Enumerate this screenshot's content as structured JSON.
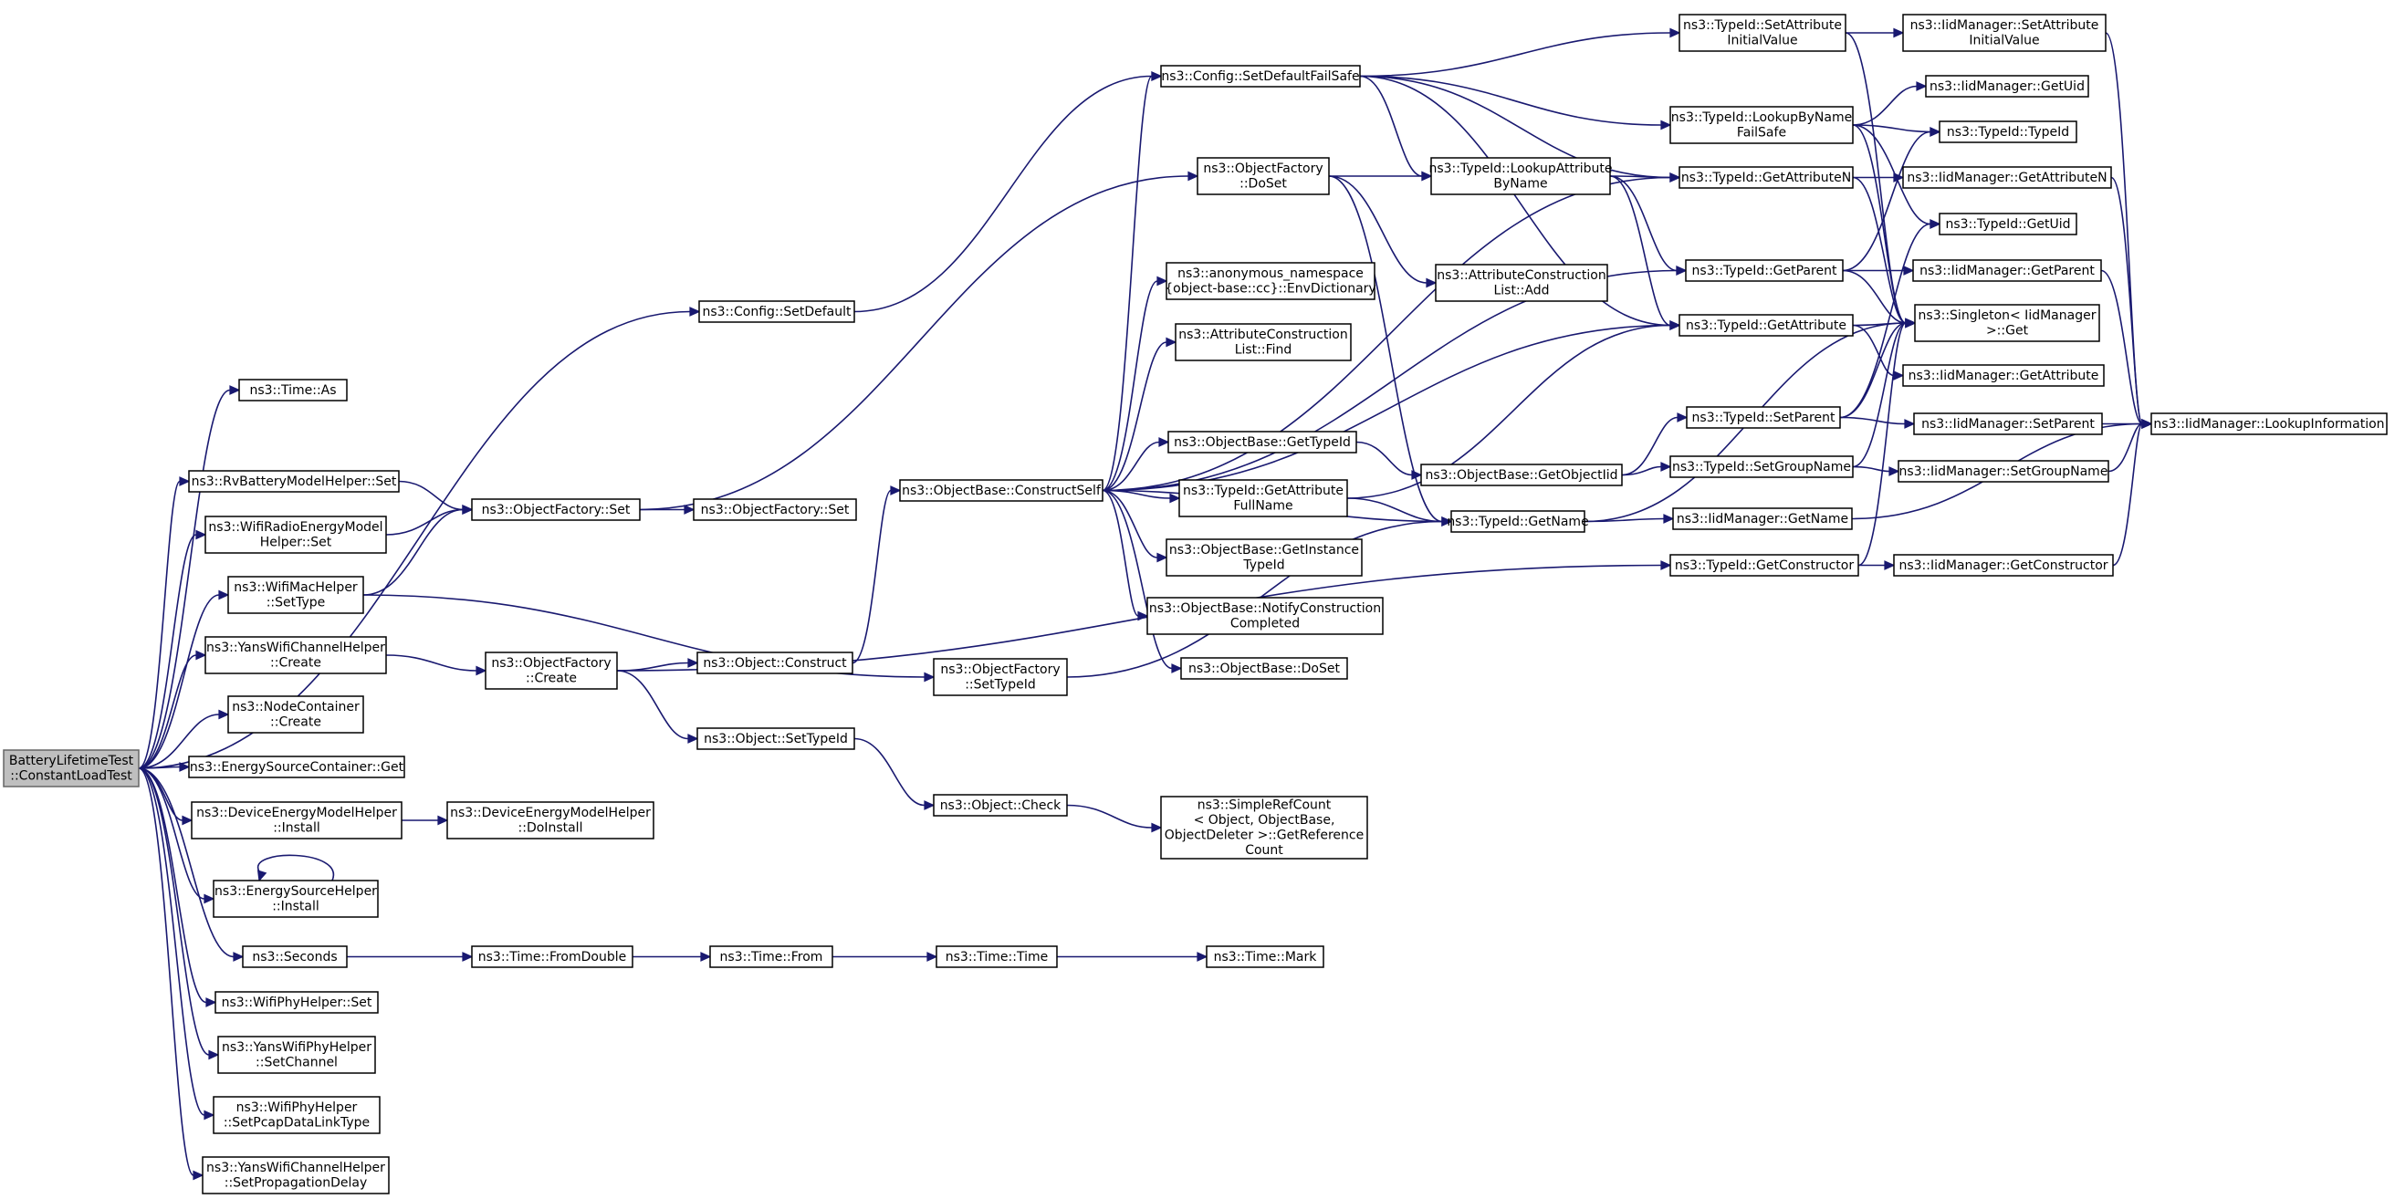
{
  "nodes": [
    {
      "id": "root",
      "lines": [
        "BatteryLifetimeTest",
        "::ConstantLoadTest"
      ],
      "root": true
    },
    {
      "id": "cfg_setdefault",
      "lines": [
        "ns3::Config::SetDefault"
      ]
    },
    {
      "id": "time_as",
      "lines": [
        "ns3::Time::As"
      ]
    },
    {
      "id": "rv_set",
      "lines": [
        "ns3::RvBatteryModelHelper::Set"
      ]
    },
    {
      "id": "wifiradio_set",
      "lines": [
        "ns3::WifiRadioEnergyModel",
        "Helper::Set"
      ]
    },
    {
      "id": "wifimac_settype",
      "lines": [
        "ns3::WifiMacHelper",
        "::SetType"
      ]
    },
    {
      "id": "yanschan_create",
      "lines": [
        "ns3::YansWifiChannelHelper",
        "::Create"
      ]
    },
    {
      "id": "nodecont_create",
      "lines": [
        "ns3::NodeContainer",
        "::Create"
      ]
    },
    {
      "id": "esc_get",
      "lines": [
        "ns3::EnergySourceContainer::Get"
      ]
    },
    {
      "id": "dem_install",
      "lines": [
        "ns3::DeviceEnergyModelHelper",
        "::Install"
      ]
    },
    {
      "id": "esh_install",
      "lines": [
        "ns3::EnergySourceHelper",
        "::Install"
      ]
    },
    {
      "id": "seconds",
      "lines": [
        "ns3::Seconds"
      ]
    },
    {
      "id": "wifiphy_set",
      "lines": [
        "ns3::WifiPhyHelper::Set"
      ]
    },
    {
      "id": "yansphy_setchannel",
      "lines": [
        "ns3::YansWifiPhyHelper",
        "::SetChannel"
      ]
    },
    {
      "id": "wifiphy_setpcap",
      "lines": [
        "ns3::WifiPhyHelper",
        "::SetPcapDataLinkType"
      ]
    },
    {
      "id": "yanschan_setprop",
      "lines": [
        "ns3::YansWifiChannelHelper",
        "::SetPropagationDelay"
      ]
    },
    {
      "id": "of_set",
      "lines": [
        "ns3::ObjectFactory::Set"
      ]
    },
    {
      "id": "of_create",
      "lines": [
        "ns3::ObjectFactory",
        "::Create"
      ]
    },
    {
      "id": "dem_doinstall",
      "lines": [
        "ns3::DeviceEnergyModelHelper",
        "::DoInstall"
      ]
    },
    {
      "id": "time_fromdouble",
      "lines": [
        "ns3::Time::FromDouble"
      ]
    },
    {
      "id": "cfg_setdefaultfailsafe",
      "lines": [
        "ns3::Config::SetDefaultFailSafe"
      ]
    },
    {
      "id": "of_doset",
      "lines": [
        "ns3::ObjectFactory",
        "::DoSet"
      ]
    },
    {
      "id": "of_set2",
      "lines": [
        "ns3::ObjectFactory::Set"
      ]
    },
    {
      "id": "obj_construct",
      "lines": [
        "ns3::Object::Construct"
      ]
    },
    {
      "id": "obj_settypeid",
      "lines": [
        "ns3::Object::SetTypeId"
      ]
    },
    {
      "id": "time_from",
      "lines": [
        "ns3::Time::From"
      ]
    },
    {
      "id": "ob_constructself",
      "lines": [
        "ns3::ObjectBase::ConstructSelf"
      ]
    },
    {
      "id": "of_settypeid",
      "lines": [
        "ns3::ObjectFactory",
        "::SetTypeId"
      ]
    },
    {
      "id": "obj_check",
      "lines": [
        "ns3::Object::Check"
      ]
    },
    {
      "id": "time_time",
      "lines": [
        "ns3::Time::Time"
      ]
    },
    {
      "id": "anon_envdict",
      "lines": [
        "ns3::anonymous_namespace",
        "{object-base::cc}::EnvDictionary"
      ]
    },
    {
      "id": "acl_find",
      "lines": [
        "ns3::AttributeConstruction",
        "List::Find"
      ]
    },
    {
      "id": "ob_gettypeid",
      "lines": [
        "ns3::ObjectBase::GetTypeId"
      ]
    },
    {
      "id": "tid_getattrfullname",
      "lines": [
        "ns3::TypeId::GetAttribute",
        "FullName"
      ]
    },
    {
      "id": "ob_getinstancetypeid",
      "lines": [
        "ns3::ObjectBase::GetInstance",
        "TypeId"
      ]
    },
    {
      "id": "ob_notifyconstruction",
      "lines": [
        "ns3::ObjectBase::NotifyConstruction",
        "Completed"
      ]
    },
    {
      "id": "ob_doset",
      "lines": [
        "ns3::ObjectBase::DoSet"
      ]
    },
    {
      "id": "simplerefcount",
      "lines": [
        "ns3::SimpleRefCount",
        "< Object, ObjectBase,",
        "ObjectDeleter >::GetReference",
        "Count"
      ]
    },
    {
      "id": "time_mark",
      "lines": [
        "ns3::Time::Mark"
      ]
    },
    {
      "id": "tid_lookupattrbyname",
      "lines": [
        "ns3::TypeId::LookupAttribute",
        "ByName"
      ]
    },
    {
      "id": "acl_add",
      "lines": [
        "ns3::AttributeConstruction",
        "List::Add"
      ]
    },
    {
      "id": "ob_getobjectiid",
      "lines": [
        "ns3::ObjectBase::GetObjectIid"
      ]
    },
    {
      "id": "tid_getname",
      "lines": [
        "ns3::TypeId::GetName"
      ]
    },
    {
      "id": "tid_setattrinit",
      "lines": [
        "ns3::TypeId::SetAttribute",
        "InitialValue"
      ]
    },
    {
      "id": "tid_lookupbynamefs",
      "lines": [
        "ns3::TypeId::LookupByName",
        "FailSafe"
      ]
    },
    {
      "id": "tid_getattributen",
      "lines": [
        "ns3::TypeId::GetAttributeN"
      ]
    },
    {
      "id": "tid_getparent",
      "lines": [
        "ns3::TypeId::GetParent"
      ]
    },
    {
      "id": "tid_getattribute",
      "lines": [
        "ns3::TypeId::GetAttribute"
      ]
    },
    {
      "id": "tid_setparent",
      "lines": [
        "ns3::TypeId::SetParent"
      ]
    },
    {
      "id": "tid_setgroupname",
      "lines": [
        "ns3::TypeId::SetGroupName"
      ]
    },
    {
      "id": "iid_getname",
      "lines": [
        "ns3::IidManager::GetName"
      ]
    },
    {
      "id": "tid_getconstructor",
      "lines": [
        "ns3::TypeId::GetConstructor"
      ]
    },
    {
      "id": "iid_setattrinit",
      "lines": [
        "ns3::IidManager::SetAttribute",
        "InitialValue"
      ]
    },
    {
      "id": "iid_getuid",
      "lines": [
        "ns3::IidManager::GetUid"
      ]
    },
    {
      "id": "tid_typeid",
      "lines": [
        "ns3::TypeId::TypeId"
      ]
    },
    {
      "id": "iid_getattributen",
      "lines": [
        "ns3::IidManager::GetAttributeN"
      ]
    },
    {
      "id": "tid_getuid",
      "lines": [
        "ns3::TypeId::GetUid"
      ]
    },
    {
      "id": "iid_getparent",
      "lines": [
        "ns3::IidManager::GetParent"
      ]
    },
    {
      "id": "singleton_get",
      "lines": [
        "ns3::Singleton< IidManager",
        ">::Get"
      ]
    },
    {
      "id": "iid_getattribute",
      "lines": [
        "ns3::IidManager::GetAttribute"
      ]
    },
    {
      "id": "iid_setparent",
      "lines": [
        "ns3::IidManager::SetParent"
      ]
    },
    {
      "id": "iid_setgroupname",
      "lines": [
        "ns3::IidManager::SetGroupName"
      ]
    },
    {
      "id": "iid_getconstructor",
      "lines": [
        "ns3::IidManager::GetConstructor"
      ]
    },
    {
      "id": "iid_lookupinfo",
      "lines": [
        "ns3::IidManager::LookupInformation"
      ]
    }
  ],
  "edges": [
    [
      "root",
      "cfg_setdefault"
    ],
    [
      "root",
      "time_as"
    ],
    [
      "root",
      "rv_set"
    ],
    [
      "root",
      "wifiradio_set"
    ],
    [
      "root",
      "wifimac_settype"
    ],
    [
      "root",
      "yanschan_create"
    ],
    [
      "root",
      "nodecont_create"
    ],
    [
      "root",
      "esc_get"
    ],
    [
      "root",
      "dem_install"
    ],
    [
      "root",
      "esh_install"
    ],
    [
      "root",
      "seconds"
    ],
    [
      "root",
      "wifiphy_set"
    ],
    [
      "root",
      "yansphy_setchannel"
    ],
    [
      "root",
      "wifiphy_setpcap"
    ],
    [
      "root",
      "yanschan_setprop"
    ],
    [
      "cfg_setdefault",
      "cfg_setdefaultfailsafe"
    ],
    [
      "rv_set",
      "of_set"
    ],
    [
      "wifiradio_set",
      "of_set"
    ],
    [
      "wifimac_settype",
      "of_set"
    ],
    [
      "wifimac_settype",
      "of_settypeid"
    ],
    [
      "yanschan_create",
      "of_create"
    ],
    [
      "dem_install",
      "dem_doinstall"
    ],
    [
      "esh_install",
      "esh_install"
    ],
    [
      "seconds",
      "time_fromdouble"
    ],
    [
      "of_set",
      "of_doset"
    ],
    [
      "of_set",
      "of_set2"
    ],
    [
      "of_create",
      "obj_construct"
    ],
    [
      "of_create",
      "obj_settypeid"
    ],
    [
      "of_create",
      "tid_getconstructor"
    ],
    [
      "obj_construct",
      "ob_constructself"
    ],
    [
      "obj_settypeid",
      "obj_check"
    ],
    [
      "time_fromdouble",
      "time_from"
    ],
    [
      "time_from",
      "time_time"
    ],
    [
      "time_time",
      "time_mark"
    ],
    [
      "obj_check",
      "simplerefcount"
    ],
    [
      "of_settypeid",
      "tid_getname"
    ],
    [
      "cfg_setdefaultfailsafe",
      "tid_setattrinit"
    ],
    [
      "cfg_setdefaultfailsafe",
      "tid_lookupbynamefs"
    ],
    [
      "cfg_setdefaultfailsafe",
      "tid_lookupattrbyname"
    ],
    [
      "cfg_setdefaultfailsafe",
      "tid_getattributen"
    ],
    [
      "cfg_setdefaultfailsafe",
      "tid_getattribute"
    ],
    [
      "of_doset",
      "tid_lookupattrbyname"
    ],
    [
      "of_doset",
      "acl_add"
    ],
    [
      "of_doset",
      "tid_getname"
    ],
    [
      "ob_constructself",
      "cfg_setdefaultfailsafe"
    ],
    [
      "ob_constructself",
      "anon_envdict"
    ],
    [
      "ob_constructself",
      "acl_find"
    ],
    [
      "ob_constructself",
      "ob_gettypeid"
    ],
    [
      "ob_constructself",
      "tid_getattrfullname"
    ],
    [
      "ob_constructself",
      "ob_getinstancetypeid"
    ],
    [
      "ob_constructself",
      "ob_notifyconstruction"
    ],
    [
      "ob_constructself",
      "ob_doset"
    ],
    [
      "ob_constructself",
      "tid_getname"
    ],
    [
      "ob_constructself",
      "tid_getattribute"
    ],
    [
      "ob_constructself",
      "tid_getparent"
    ],
    [
      "ob_constructself",
      "tid_getattributen"
    ],
    [
      "ob_gettypeid",
      "ob_getobjectiid"
    ],
    [
      "tid_getattrfullname",
      "tid_getname"
    ],
    [
      "tid_getattrfullname",
      "tid_getattribute"
    ],
    [
      "ob_getobjectiid",
      "tid_setparent"
    ],
    [
      "ob_getobjectiid",
      "tid_setgroupname"
    ],
    [
      "tid_lookupattrbyname",
      "tid_getattributen"
    ],
    [
      "tid_lookupattrbyname",
      "tid_getparent"
    ],
    [
      "tid_lookupattrbyname",
      "tid_getattribute"
    ],
    [
      "tid_getname",
      "iid_getname"
    ],
    [
      "tid_getname",
      "singleton_get"
    ],
    [
      "tid_setattrinit",
      "iid_setattrinit"
    ],
    [
      "tid_setattrinit",
      "singleton_get"
    ],
    [
      "tid_lookupbynamefs",
      "iid_getuid"
    ],
    [
      "tid_lookupbynamefs",
      "tid_typeid"
    ],
    [
      "tid_lookupbynamefs",
      "singleton_get"
    ],
    [
      "tid_getattributen",
      "iid_getattributen"
    ],
    [
      "tid_getattributen",
      "singleton_get"
    ],
    [
      "tid_getparent",
      "iid_getparent"
    ],
    [
      "tid_getparent",
      "tid_typeid"
    ],
    [
      "tid_getparent",
      "singleton_get"
    ],
    [
      "tid_getattribute",
      "iid_getattribute"
    ],
    [
      "tid_getattribute",
      "singleton_get"
    ],
    [
      "tid_setparent",
      "iid_setparent"
    ],
    [
      "tid_setparent",
      "tid_getuid"
    ],
    [
      "tid_setparent",
      "singleton_get"
    ],
    [
      "tid_setgroupname",
      "iid_setgroupname"
    ],
    [
      "tid_setgroupname",
      "singleton_get"
    ],
    [
      "tid_getconstructor",
      "iid_getconstructor"
    ],
    [
      "tid_getconstructor",
      "singleton_get"
    ],
    [
      "iid_getname",
      "iid_lookupinfo"
    ],
    [
      "iid_setattrinit",
      "iid_lookupinfo"
    ],
    [
      "iid_getattributen",
      "iid_lookupinfo"
    ],
    [
      "iid_getparent",
      "iid_lookupinfo"
    ],
    [
      "iid_setparent",
      "iid_lookupinfo"
    ],
    [
      "iid_setgroupname",
      "iid_lookupinfo"
    ],
    [
      "iid_getconstructor",
      "iid_lookupinfo"
    ],
    [
      "tid_lookupbynamefs",
      "tid_getuid"
    ]
  ]
}
